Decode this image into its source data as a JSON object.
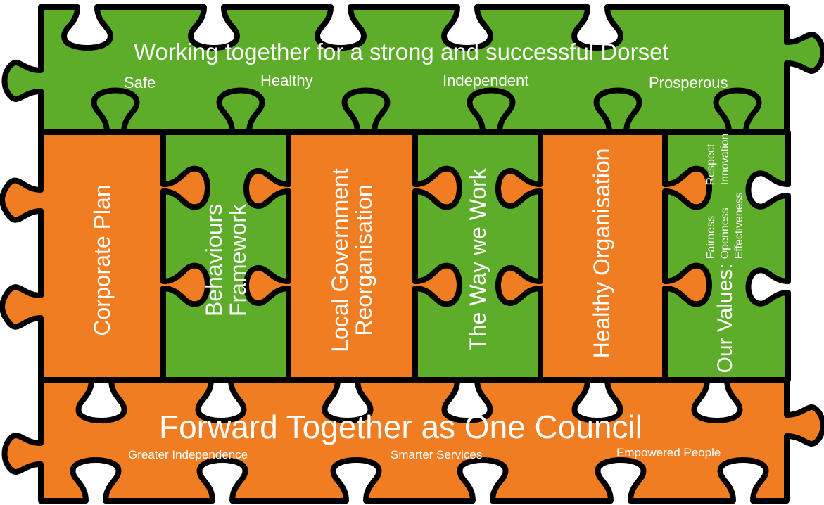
{
  "colors": {
    "green": "#5ead2a",
    "orange": "#f17d22",
    "outline": "#000000",
    "text": "#ffffff"
  },
  "top": {
    "title": "Working together for a strong and successful Dorset",
    "themes": [
      "Safe",
      "Healthy",
      "Independent",
      "Prosperous"
    ]
  },
  "middle": [
    {
      "lines": [
        "Corporate Plan"
      ],
      "color": "orange"
    },
    {
      "lines": [
        "Behaviours",
        "Framework"
      ],
      "color": "green"
    },
    {
      "lines": [
        "Local Government",
        "Reorganisation"
      ],
      "color": "orange"
    },
    {
      "lines": [
        "The Way we Work"
      ],
      "color": "green"
    },
    {
      "lines": [
        "Healthy Organisation"
      ],
      "color": "orange"
    }
  ],
  "values": {
    "title": "Our Values:",
    "items": [
      "Fairness",
      "Respect",
      "Openness",
      "Innovation",
      "Effectiveness"
    ]
  },
  "bottom": {
    "title": "Forward Together as One Council",
    "themes": [
      "Greater Independence",
      "Smarter Services",
      "Empowered People"
    ]
  }
}
